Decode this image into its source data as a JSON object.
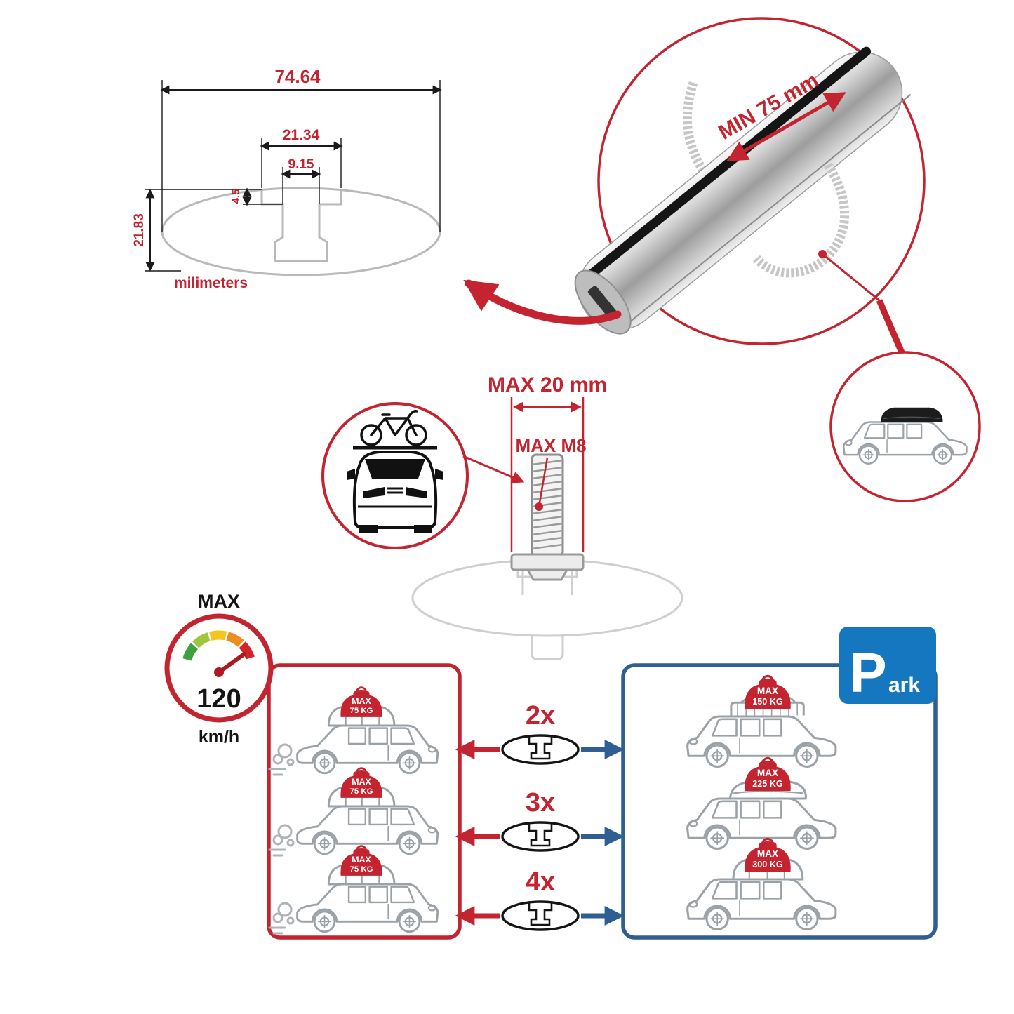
{
  "colors": {
    "accent_red": "#c4242f",
    "accent_blue": "#2e5e92",
    "sign_blue": "#1477c0",
    "profile_gray": "#b9b9b9",
    "gauge_green": "#3ba23f",
    "gauge_lightgreen": "#9ec53b",
    "gauge_yellow": "#f5c51d",
    "gauge_orange": "#ef8c20",
    "gauge_red": "#d0242c"
  },
  "cross_section": {
    "total_width": "74.64",
    "slot_outer_width": "21.34",
    "slot_inner_width": "9.15",
    "lip_height": "4.5",
    "profile_height": "21.83",
    "units_label": "milimeters"
  },
  "clamp_detail": {
    "min_label": "MIN 75 mm"
  },
  "bolt_detail": {
    "width_label": "MAX 20 mm",
    "thread_label": "MAX M8"
  },
  "speed_limit": {
    "label": "MAX",
    "value": "120",
    "unit": "km/h"
  },
  "park_sign": {
    "letter": "P",
    "rest": "ark"
  },
  "multipliers": [
    "2x",
    "3x",
    "4x"
  ],
  "driving_cars": [
    {
      "max": "MAX",
      "weight": "75 KG"
    },
    {
      "max": "MAX",
      "weight": "75 KG"
    },
    {
      "max": "MAX",
      "weight": "75 KG"
    }
  ],
  "parked_cars": [
    {
      "max": "MAX",
      "weight": "150 KG"
    },
    {
      "max": "MAX",
      "weight": "225 KG"
    },
    {
      "max": "MAX",
      "weight": "300 KG"
    }
  ]
}
